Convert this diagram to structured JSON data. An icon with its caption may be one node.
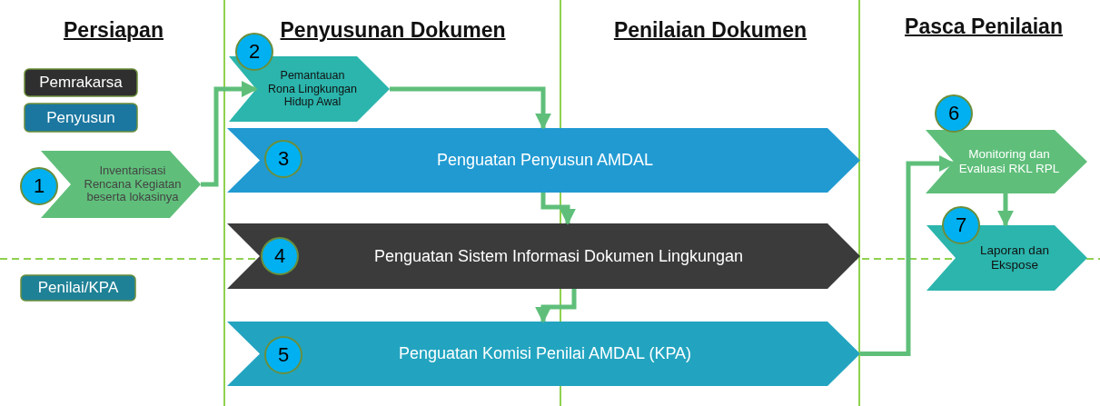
{
  "diagram": {
    "nodes": [
      {
        "text": [
          "Pemrakarsa"
        ]
      },
      {
        "text": [
          "Penyusun"
        ]
      },
      {
        "text": [
          "Penilai/KPA"
        ]
      },
      {
        "text": [
          "1",
          "Inventarisasi Rencana Kegiatan beserta lokasinya"
        ]
      },
      {
        "text": [
          "2",
          "Pemantauan Rona Lingkungan Hidup Awal"
        ]
      },
      {
        "text": [
          "3",
          "Penguatan Penyusun AMDAL"
        ]
      },
      {
        "text": [
          "4",
          "Penguatan Sistem Informasi Dokumen Lingkungan"
        ]
      },
      {
        "text": [
          "5",
          "Penguatan Komisi Penilai AMDAL (KPA)"
        ]
      },
      {
        "text": [
          "6",
          "Monitoring dan Evaluasi RKL RPL"
        ]
      },
      {
        "text": [
          "7",
          "Laporan dan Ekspose"
        ]
      }
    ],
    "edges": [
      {
        "from": 3,
        "to": 4,
        "arrow": "to"
      },
      {
        "from": 4,
        "to": 5,
        "arrow": "to"
      },
      {
        "from": 5,
        "to": 6,
        "arrow": "to"
      },
      {
        "from": 6,
        "to": 7,
        "arrow": "to"
      },
      {
        "from": 7,
        "to": 8,
        "arrow": "to"
      },
      {
        "from": 8,
        "to": 9,
        "arrow": "to"
      }
    ],
    "labels": [
      "Persiapan",
      "Penyusunan Dokumen",
      "Penilaian Dokumen",
      "Pasca Penilaian"
    ]
  }
}
